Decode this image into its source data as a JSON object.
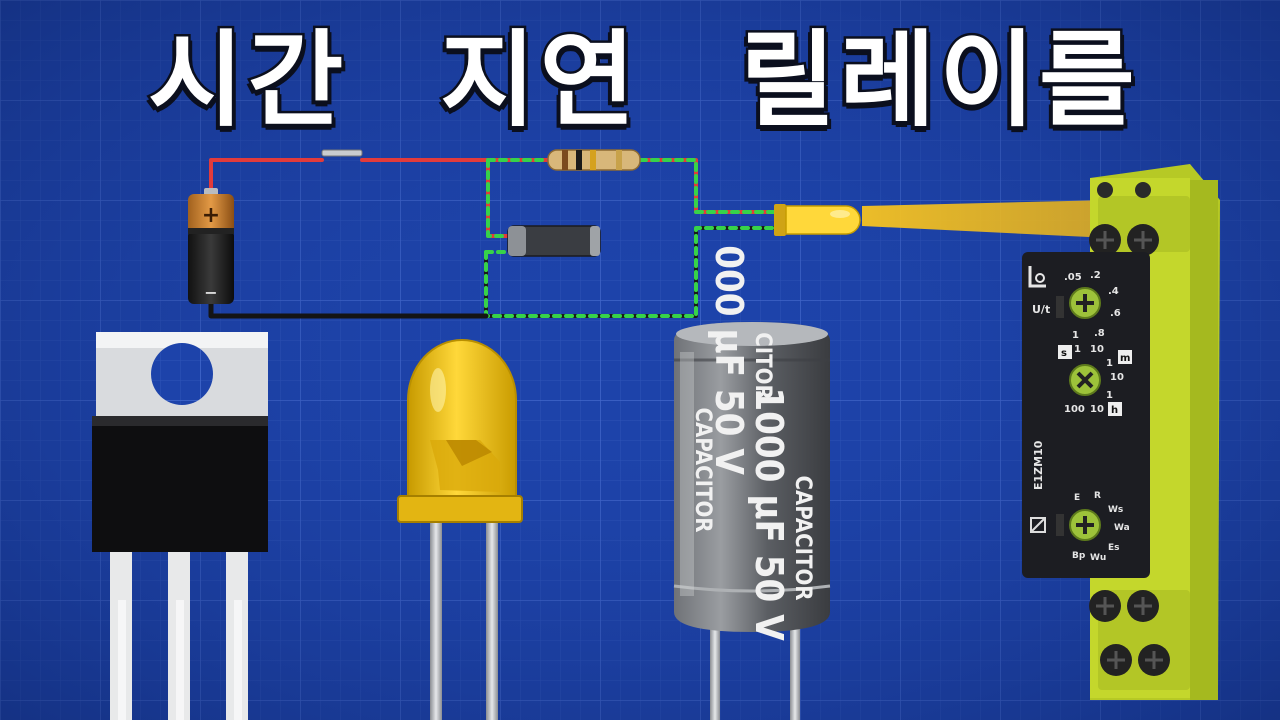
{
  "title": {
    "words": [
      "시간",
      "지연",
      "릴레이를"
    ]
  },
  "battery": {
    "plus_mark": "+",
    "minus_mark": "−"
  },
  "capacitor": {
    "print_line_1": "1000 µF 50 V",
    "print_line_2": "CAPACITOR",
    "print_line_3": "000 µF 50 V",
    "print_line_4": "CITOR",
    "print_line_5": "CAPACITOR"
  },
  "relay": {
    "model": "E1ZM10",
    "ut_label": "U/t",
    "dial1_ticks": [
      ".05",
      ".2",
      ".4",
      ".6",
      ".8",
      "1"
    ],
    "dial2_labels": {
      "s": "s",
      "m": "m",
      "h": "h",
      "s_1": "1",
      "s_10": "10",
      "m_1": "1",
      "m_10": "10",
      "h_1": "1",
      "h_100": "100",
      "h_10": "10"
    },
    "dial3_ticks": [
      "E",
      "R",
      "Ws",
      "Wa",
      "Es",
      "Wu",
      "Bp"
    ]
  },
  "colors": {
    "background": "#1a3fa6",
    "grid": "#3a5ec0",
    "relay_body": "#c3d62a",
    "relay_face": "#1c1d22",
    "led": "#f2c200",
    "wire_red": "#e23b3b",
    "wire_green": "#37d24a",
    "wire_black": "#1a1a1a"
  }
}
